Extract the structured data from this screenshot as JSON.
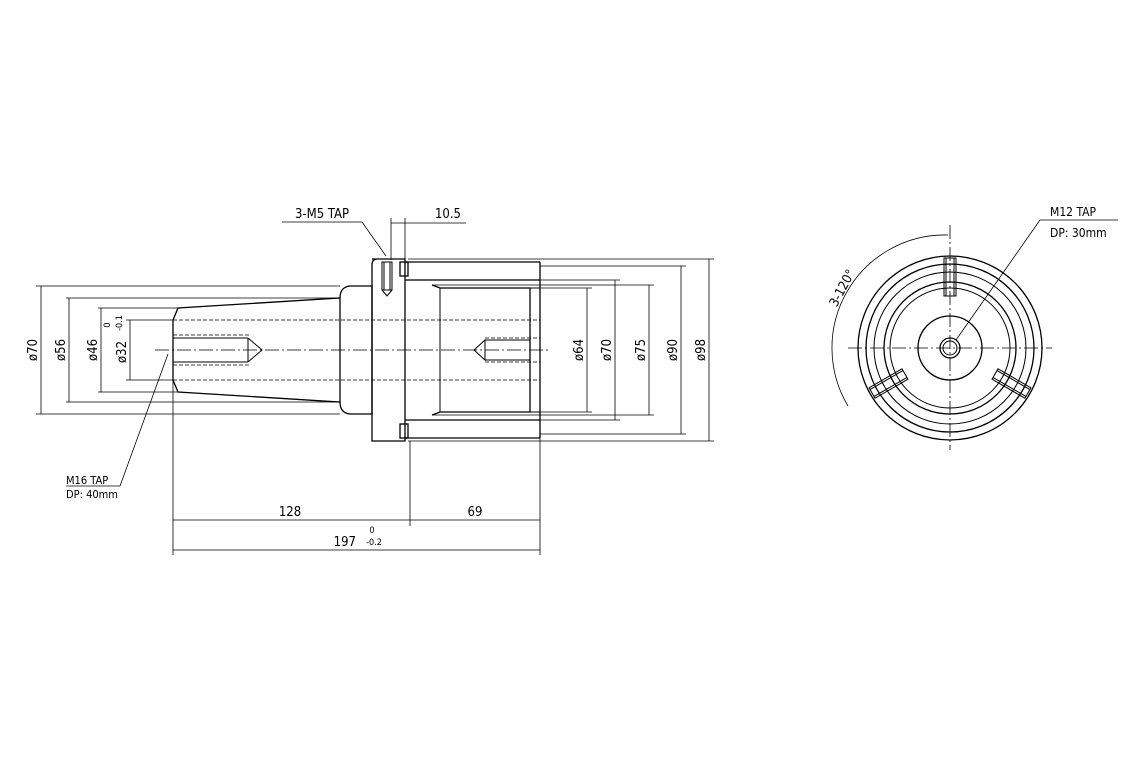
{
  "side_view": {
    "dims_left": [
      {
        "id": "d70l",
        "label": "ø70"
      },
      {
        "id": "d56",
        "label": "ø56"
      },
      {
        "id": "d46",
        "label": "ø46"
      },
      {
        "id": "d32",
        "label": "ø32",
        "tol_upper": "0",
        "tol_lower": "-0.1"
      }
    ],
    "dims_right": [
      {
        "id": "d64",
        "label": "ø64"
      },
      {
        "id": "d70r",
        "label": "ø70"
      },
      {
        "id": "d75",
        "label": "ø75"
      },
      {
        "id": "d90",
        "label": "ø90"
      },
      {
        "id": "d98",
        "label": "ø98"
      }
    ],
    "callout_m5": "3-M5 TAP",
    "dim_105": "10.5",
    "callout_m16_line1": "M16 TAP",
    "callout_m16_line2": "DP: 40mm",
    "dim_128": "128",
    "dim_69": "69",
    "dim_197": "197",
    "dim_197_tol_upper": "0",
    "dim_197_tol_lower": "-0.2"
  },
  "end_view": {
    "callout_m12_line1": "M12 TAP",
    "callout_m12_line2": "DP: 30mm",
    "angle_label": "3-120°"
  }
}
